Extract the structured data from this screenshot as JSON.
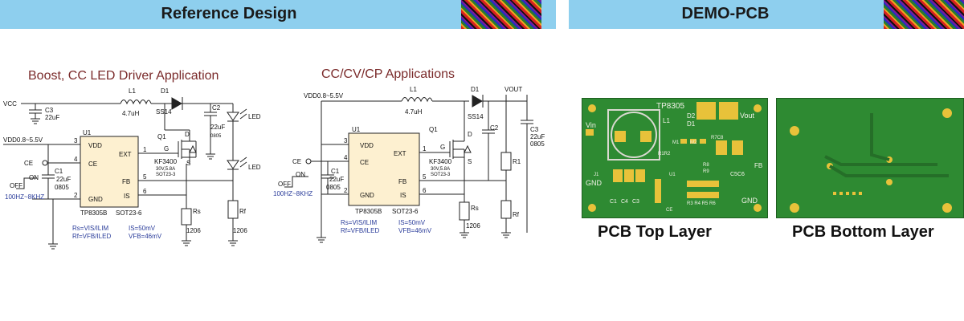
{
  "banners": {
    "left_title": "Reference Design",
    "right_title": "DEMO-PCB"
  },
  "schematic1": {
    "title": "Boost, CC LED Driver Application",
    "labels": {
      "vcc": "VCC",
      "c3": "C3",
      "c3v": "22uF",
      "l1": "L1",
      "l1v": "4.7uH",
      "d1": "D1",
      "d1v": "SS14",
      "c2": "C2",
      "c2v": "22uF",
      "c2p": "0805",
      "led1": "LED",
      "led2": "LED",
      "u1": "U1",
      "q1": "Q1",
      "vdd_in": "VDD0.8~5.5V",
      "ce_in": "CE",
      "on": "ON",
      "off": "OFF",
      "freq": "100HZ~8KHZ",
      "c1": "C1",
      "c1v": "22uF",
      "c1p": "0805",
      "pin_vdd": "VDD",
      "pin_ce": "CE",
      "pin_gnd": "GND",
      "pin_ext": "EXT",
      "pin_fb": "FB",
      "pin_is": "IS",
      "n3": "3",
      "n4": "4",
      "n2": "2",
      "n1": "1",
      "n5": "5",
      "n6": "6",
      "chip": "TP8305B",
      "pkg": "SOT23-6",
      "qg": "G",
      "qd": "D",
      "qs": "S",
      "q_part": "KF3400",
      "q_rating": "30V,5.8A",
      "q_pkg": "SOT23-3",
      "rs": "Rs",
      "rs_pkg": "1206",
      "rf": "Rf",
      "rf_pkg": "1206",
      "f1": "Rs=VIS/ILIM",
      "f2": "Rf=VFB/ILED",
      "f3": "IS=50mV",
      "f4": "VFB=46mV"
    }
  },
  "schematic2": {
    "title": "CC/CV/CP  Applications",
    "labels": {
      "vdd_top": "VDD0.8~5.5V",
      "l1": "L1",
      "l1v": "4.7uH",
      "d1": "D1",
      "d1v": "SS14",
      "vout": "VOUT",
      "c2": "C2",
      "c3": "C3",
      "c3v": "22uF",
      "c3p": "0805",
      "u1": "U1",
      "q1": "Q1",
      "ce_in": "CE",
      "on": "ON",
      "off": "OFF",
      "freq": "100HZ~8KHZ",
      "c1": "C1",
      "c1v": "22uF",
      "c1p": "0805",
      "pin_vdd": "VDD",
      "pin_ce": "CE",
      "pin_gnd": "GND",
      "pin_ext": "EXT",
      "pin_fb": "FB",
      "pin_is": "IS",
      "n3": "3",
      "n4": "4",
      "n2": "2",
      "n1": "1",
      "n5": "5",
      "n6": "6",
      "chip": "TP8305B",
      "pkg": "SOT23-6",
      "qg": "G",
      "qd": "D",
      "qs": "S",
      "q_part": "KF3400",
      "q_rating": "30V,5.8A",
      "q_pkg": "SOT23-3",
      "rs": "Rs",
      "rs_pkg": "1206",
      "r1": "R1",
      "rf": "Rf",
      "f1": "Rs=VIS/ILIM",
      "f2": "Rf=VFB/ILED",
      "f3": "IS=50mV",
      "f4": "VFB=46mV"
    }
  },
  "pcb_top": {
    "caption": "PCB Top Layer",
    "labels": {
      "tp": "TP8305",
      "vin": "Vin",
      "vout": "Vout",
      "l1": "L1",
      "d2": "D2",
      "d1": "D1",
      "m1": "M1",
      "m2": "M2",
      "r7c8": "R7C8",
      "r1r2": "R1R2",
      "j1": "J1",
      "u1": "U1",
      "r8": "R8",
      "r9": "R9",
      "c5c6": "C5C6",
      "fb": "FB",
      "gnd_l": "GND",
      "gnd_r": "GND",
      "c1": "C1",
      "c4": "C4",
      "c3": "C3",
      "ce": "CE",
      "rbot": "R3 R4 R5 R6"
    }
  },
  "pcb_bottom": {
    "caption": "PCB Bottom Layer"
  }
}
